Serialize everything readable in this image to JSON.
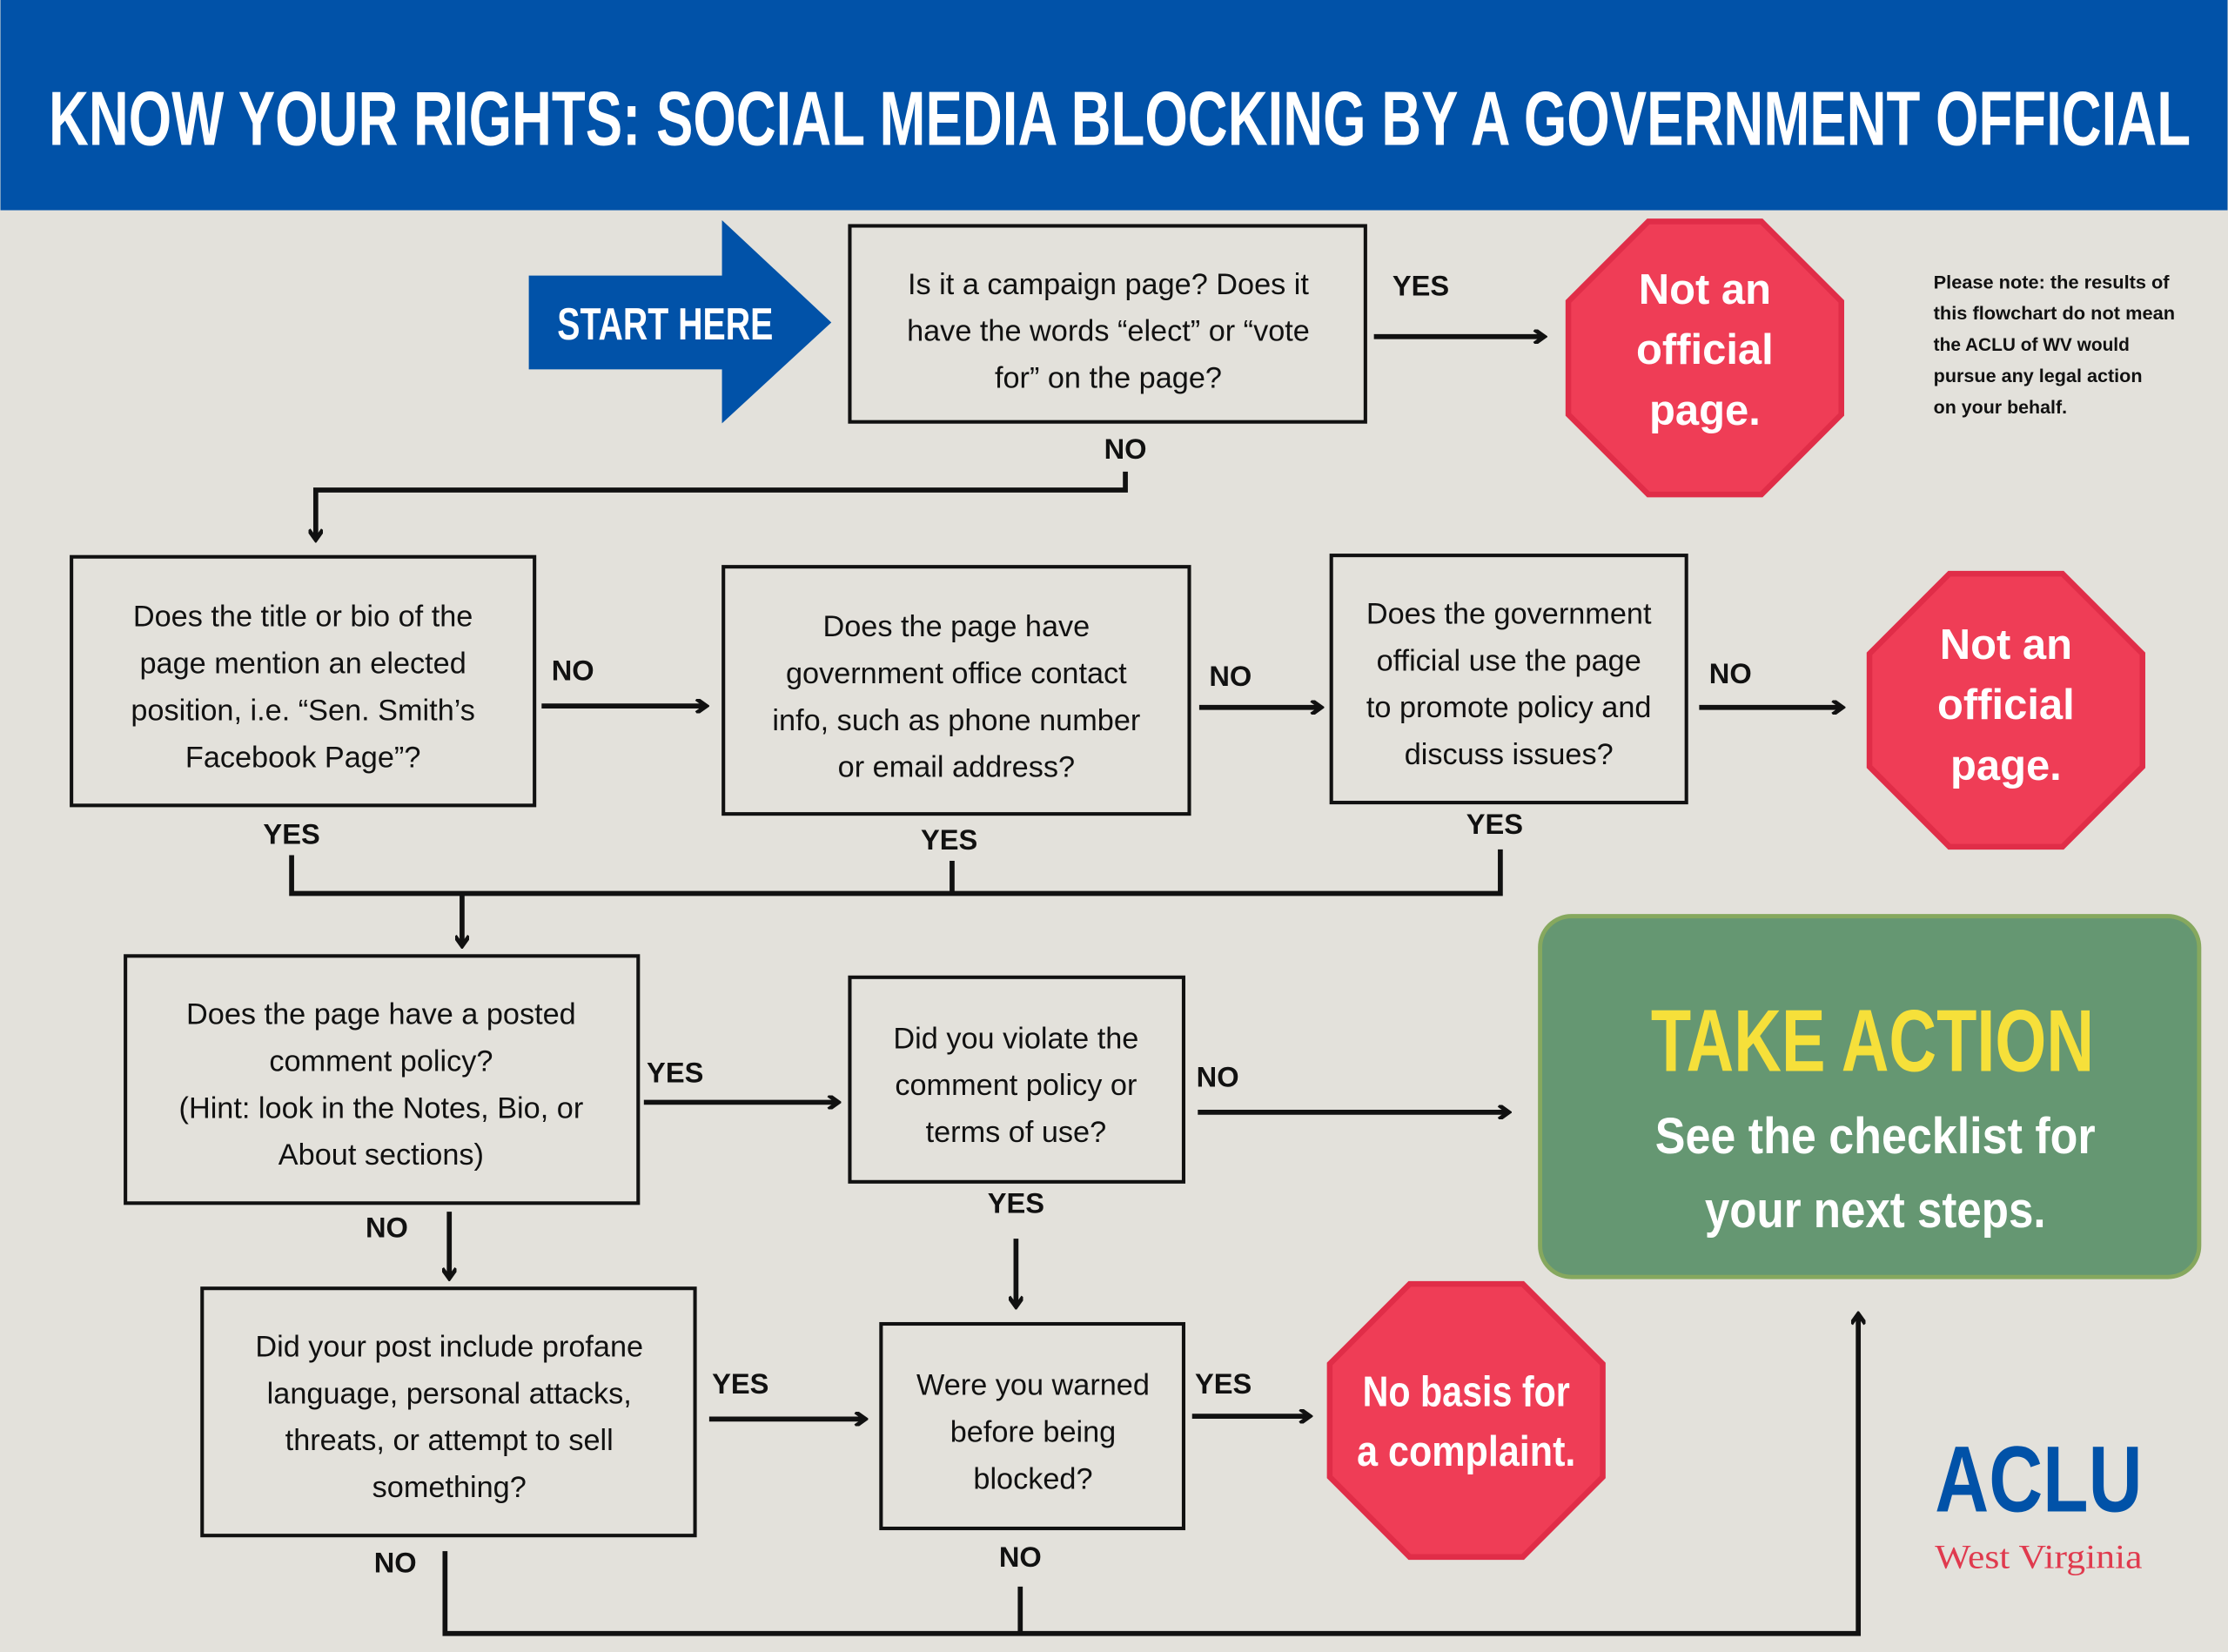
{
  "header": {
    "title": "KNOW YOUR RIGHTS: SOCIAL MEDIA BLOCKING BY A GOVERNMENT OFFICIAL"
  },
  "start": {
    "label": "START HERE"
  },
  "questions": {
    "q1": [
      "Is it a campaign page? Does it",
      "have the words “elect” or “vote",
      "for” on the page?"
    ],
    "q2": [
      "Does the title or bio of the",
      "page mention an elected",
      "position, i.e. “Sen. Smith’s",
      "Facebook Page”?"
    ],
    "q3": [
      "Does the page have",
      "government office contact",
      "info, such as phone number",
      "or email address?"
    ],
    "q4": [
      "Does the government",
      "official use the page",
      "to promote policy and",
      "discuss issues?"
    ],
    "q5": [
      "Does the page have a posted",
      "comment policy?",
      "(Hint: look in the Notes, Bio, or",
      "About sections)"
    ],
    "q6": [
      "Did you violate the",
      "comment policy or",
      "terms of use?"
    ],
    "q7": [
      "Did your post include profane",
      "language, personal attacks,",
      "threats, or attempt to sell",
      "something?"
    ],
    "q8": [
      "Were you warned",
      "before being",
      "blocked?"
    ]
  },
  "labels": {
    "yes": "YES",
    "no": "NO"
  },
  "outcomes": {
    "not_official": [
      "Not an",
      "official",
      "page."
    ],
    "no_basis": [
      "No basis for",
      "a complaint."
    ]
  },
  "take_action": {
    "title": "TAKE ACTION",
    "lines": [
      "See the checklist for",
      "your next steps."
    ]
  },
  "note": [
    "Please note: the results of",
    "this flowchart do not mean",
    "the ACLU of WV would",
    "pursue any legal action",
    "on your behalf."
  ],
  "logo": {
    "name": "ACLU",
    "sub": "West Virginia"
  },
  "colors": {
    "header": "#0152a8",
    "stop": "#ef3d56",
    "take_action": "#659772",
    "take_action_title": "#f6e03a",
    "logo_sub": "#e03a4e"
  }
}
